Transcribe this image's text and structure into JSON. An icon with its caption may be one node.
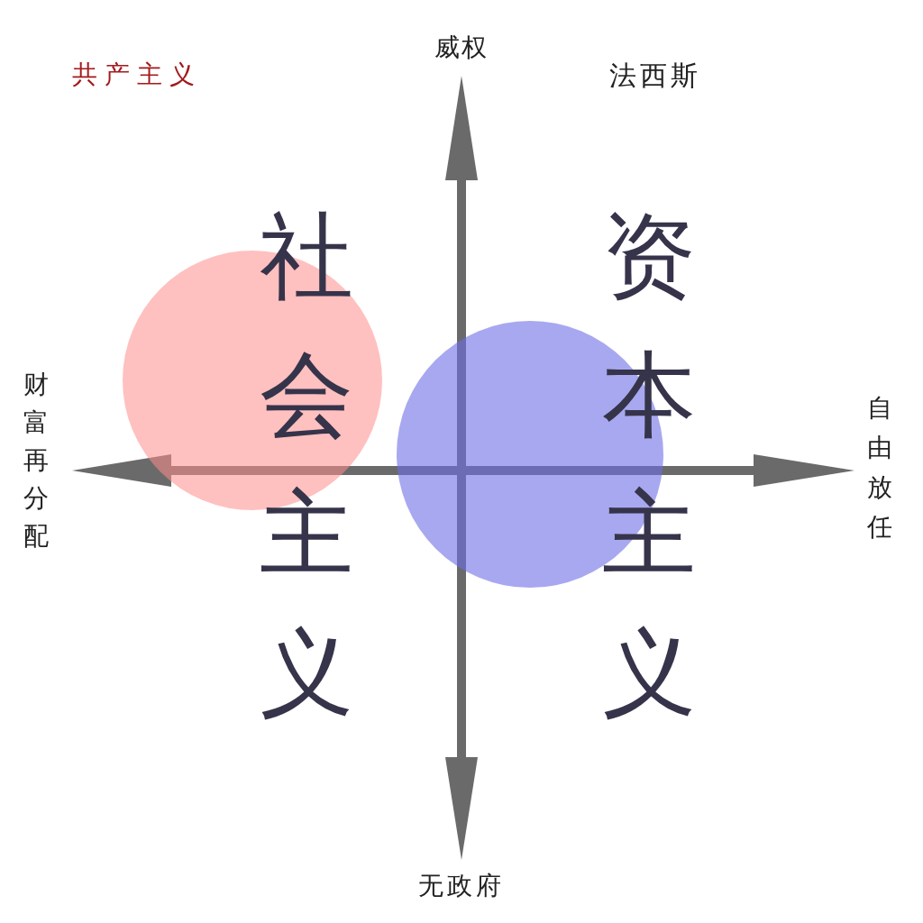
{
  "diagram": {
    "nodes": [
      {
        "text": [
          "社会主义"
        ]
      },
      {
        "text": [
          "资本主义"
        ]
      }
    ],
    "labels": [
      "共产主义",
      "威权",
      "法西斯",
      "财富再分配",
      "自由放任",
      "无政府"
    ]
  }
}
